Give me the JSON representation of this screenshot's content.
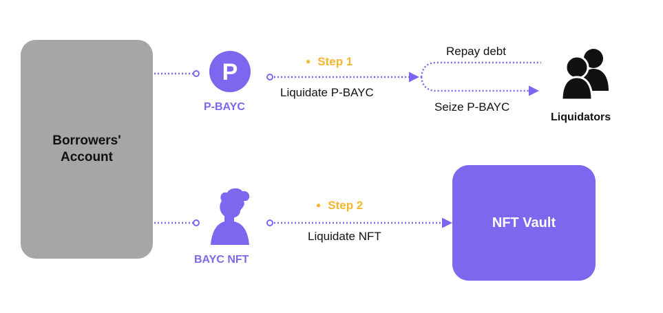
{
  "nodes": {
    "account": {
      "line1": "Borrowers'",
      "line2": "Account"
    },
    "p_bayc": {
      "label": "P-BAYC"
    },
    "bayc_nft": {
      "label": "BAYC NFT"
    },
    "liquidators": {
      "label": "Liquidators"
    },
    "vault": {
      "label": "NFT Vault"
    }
  },
  "edges": {
    "step1": {
      "step": "Step 1",
      "action": "Liquidate P-BAYC"
    },
    "repay": {
      "label": "Repay debt"
    },
    "seize": {
      "label": "Seize P-BAYC"
    },
    "step2": {
      "step": "Step 2",
      "action": "Liquidate NFT"
    }
  },
  "colors": {
    "accent": "#7b68ee",
    "step": "#f5b62a",
    "account": "#a6a6a6"
  },
  "icons": {
    "p_bayc": "p-bayc-coin-icon",
    "bayc_nft": "ape-avatar-icon",
    "liquidators": "users-icon"
  }
}
